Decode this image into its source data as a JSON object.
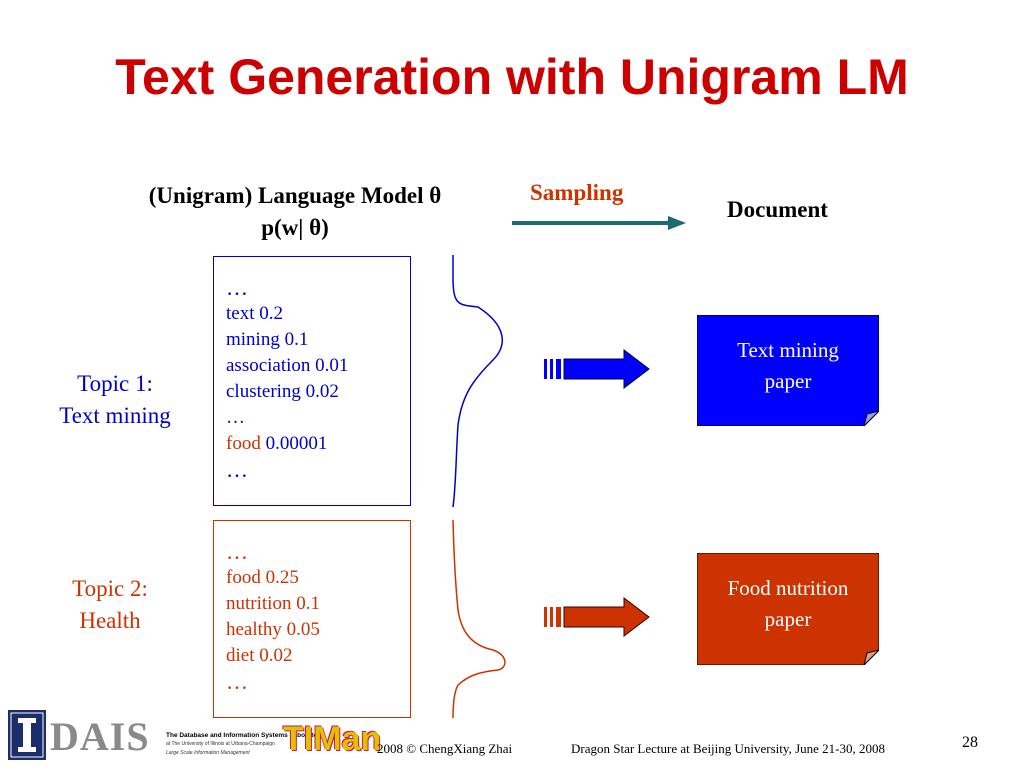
{
  "title": "Text Generation with Unigram LM",
  "lm_header": {
    "line1": "(Unigram) Language Model  θ",
    "line2": "p(w| θ)"
  },
  "sampling_label": "Sampling",
  "document_label": "Document",
  "topics": [
    {
      "line1": "Topic 1:",
      "line2": "Text mining",
      "words": {
        "dots_top": "…",
        "w1": "text  0.2",
        "w2": "mining 0.1",
        "w3": "association 0.01",
        "w4": "clustering 0.02",
        "dots_mid": "…",
        "w5_word": "food",
        "w5_value": " 0.00001",
        "dots_bottom": "…"
      },
      "doc_line1": "Text mining",
      "doc_line2": "paper"
    },
    {
      "line1": "Topic 2:",
      "line2": "Health",
      "words": {
        "dots_top": "…",
        "w1": "food 0.25",
        "w2": "nutrition 0.1",
        "w3": "healthy 0.05",
        "w4": "diet 0.02",
        "dots_bottom": "…"
      },
      "doc_line1": "Food nutrition",
      "doc_line2": "paper"
    }
  ],
  "footer": {
    "dais_logo_text": "DAIS",
    "dais_line1": "The Database and Information Systems Laboratory",
    "dais_line2": "at The University of Illinois at Urbana-Champaign",
    "dais_line3": "Large Scale Information Management",
    "timan_logo_text": "TIMan",
    "year_copyright": "2008  © ChengXiang Zhai",
    "lecture": "Dragon Star Lecture at Beijing University, June 21-30, 2008",
    "page_number": "28"
  },
  "colors": {
    "title": "#cc0000",
    "topic1": "#0000cc",
    "topic2": "#cc3300",
    "sampling_arrow": "#1a6b6b",
    "doc1_fill": "#0000ff",
    "doc2_fill": "#cc3300"
  },
  "icons": [
    "sampling-arrow-icon",
    "blue-block-arrow-icon",
    "red-block-arrow-icon",
    "illinois-i-icon",
    "dais-logo",
    "timan-logo"
  ]
}
